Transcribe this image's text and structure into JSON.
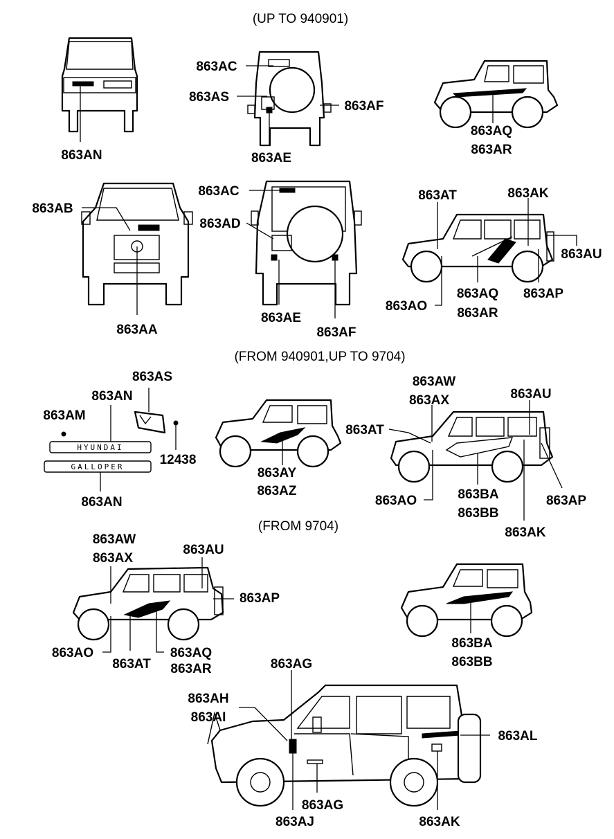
{
  "sections": {
    "up_to": "(UP TO 940901)",
    "mid": "(FROM 940901,UP TO 9704)",
    "from": "(FROM 9704)"
  },
  "emblems": {
    "brand": "HYUNDAI",
    "model": "GALLOPER"
  },
  "labels": {
    "s1_rear_an": "863AN",
    "s1_back_ac": "863AC",
    "s1_back_as": "863AS",
    "s1_back_af": "863AF",
    "s1_back_ae": "863AE",
    "s1_side_aq": "863AQ",
    "s1_side_ar": "863AR",
    "s2_front_ab": "863AB",
    "s2_front_aa": "863AA",
    "s2_back_ac": "863AC",
    "s2_back_ad": "863AD",
    "s2_back_ae": "863AE",
    "s2_back_af": "863AF",
    "s2_side_at": "863AT",
    "s2_side_ak": "863AK",
    "s2_side_au": "863AU",
    "s2_side_ao": "863AO",
    "s2_side_aq": "863AQ",
    "s2_side_ar": "863AR",
    "s2_side_ap": "863AP",
    "m_emb_as": "863AS",
    "m_emb_an_top": "863AN",
    "m_emb_am": "863AM",
    "m_emb_12438": "12438",
    "m_emb_an_bot": "863AN",
    "m_short_ay": "863AY",
    "m_short_az": "863AZ",
    "m_long_aw": "863AW",
    "m_long_ax": "863AX",
    "m_long_au": "863AU",
    "m_long_at": "863AT",
    "m_long_ao": "863AO",
    "m_long_ba": "863BA",
    "m_long_bb": "863BB",
    "m_long_ap": "863AP",
    "m_long_ak": "863AK",
    "f_long_aw": "863AW",
    "f_long_ax": "863AX",
    "f_long_au": "863AU",
    "f_long_ap": "863AP",
    "f_long_ao": "863AO",
    "f_long_at": "863AT",
    "f_long_aq": "863AQ",
    "f_long_ar": "863AR",
    "f_short_ba": "863BA",
    "f_short_bb": "863BB",
    "big_ag_top": "863AG",
    "big_ah": "863AH",
    "big_ai": "863AI",
    "big_al": "863AL",
    "big_ag_bot": "863AG",
    "big_aj": "863AJ",
    "big_ak": "863AK"
  }
}
